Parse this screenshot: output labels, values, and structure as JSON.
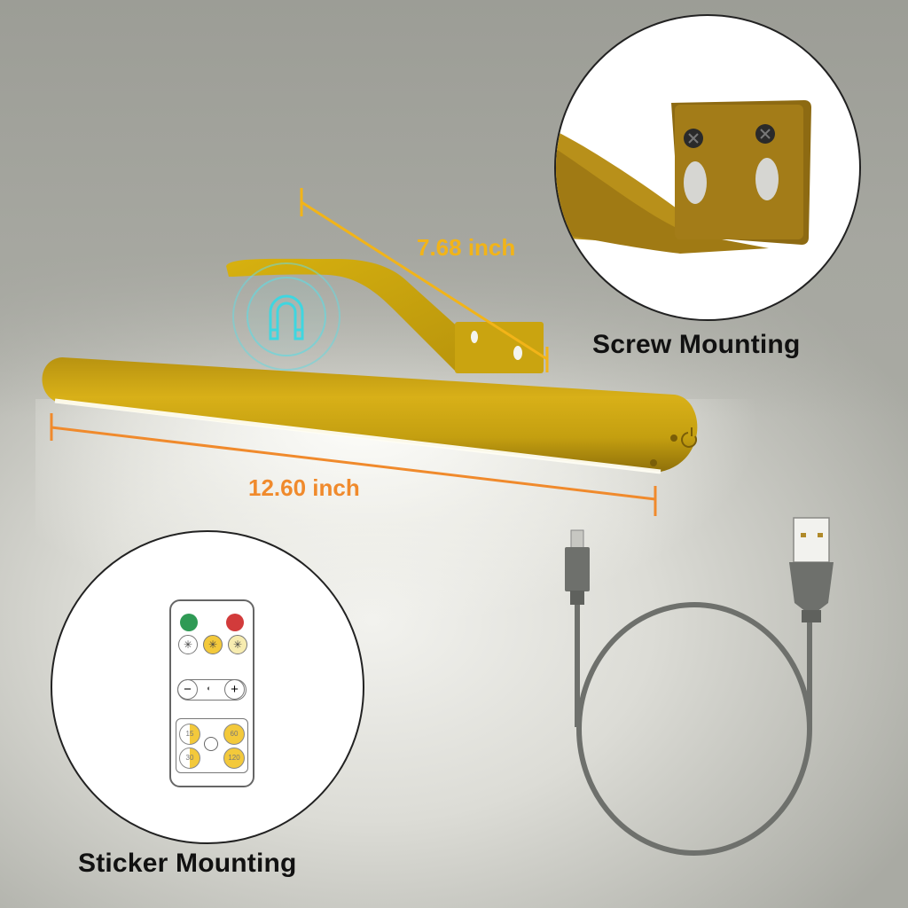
{
  "product": {
    "name": "Gold picture light bar with magnetic bracket",
    "bar_color": "#c9a20e",
    "accent_magnet_color": "#3fd6e0"
  },
  "dimensions": {
    "bracket_length": "7.68 inch",
    "bar_length": "12.60 inch",
    "bracket_line_color": "#f2b418",
    "bar_line_color": "#f08a2c"
  },
  "insets": {
    "screw": {
      "caption": "Screw Mounting"
    },
    "sticker": {
      "caption": "Sticker Mounting"
    }
  },
  "remote": {
    "power_buttons": [
      {
        "name": "on",
        "color": "#2f9a55"
      },
      {
        "name": "off",
        "color": "#d23b3b"
      }
    ],
    "color_temp_buttons": [
      "cool",
      "warm",
      "neutral"
    ],
    "brightness": {
      "minus": "−",
      "plus": "+"
    },
    "timer_buttons": [
      "15",
      "30",
      "60",
      "120"
    ]
  },
  "cable": {
    "type": "USB-A to Micro-USB",
    "color": "#6e706c"
  }
}
